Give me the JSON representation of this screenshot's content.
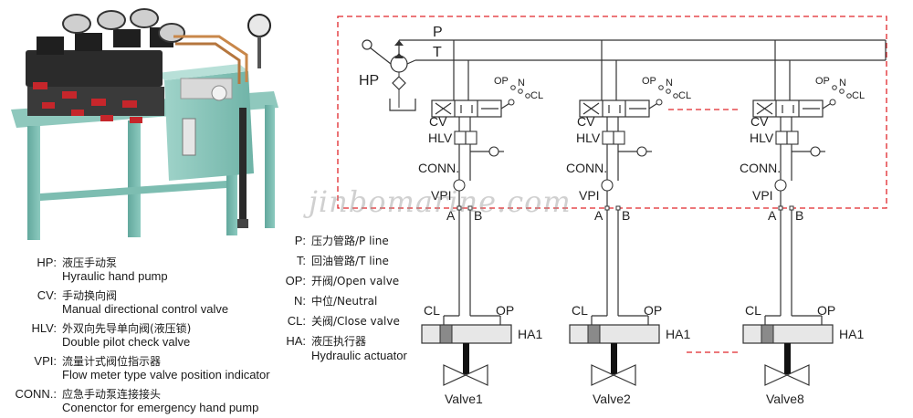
{
  "legend_left": [
    {
      "code": "HP:",
      "zh": "液压手动泵",
      "en": "Hyraulic hand pump"
    },
    {
      "code": "CV:",
      "zh": "手动换向阀",
      "en": "Manual directional control valve"
    },
    {
      "code": "HLV:",
      "zh": "外双向先导单向阀(液压锁)",
      "en": "Double pilot check valve"
    },
    {
      "code": "VPI:",
      "zh": "流量计式阀位指示器",
      "en": "Flow meter type valve position indicator"
    },
    {
      "code": "CONN.:",
      "zh": "应急手动泵连接接头",
      "en": "Conenctor for emergency hand pump"
    }
  ],
  "legend_mid": [
    {
      "code": "P:",
      "text": "压力管路/P line"
    },
    {
      "code": "T:",
      "text": "回油管路/T line"
    },
    {
      "code": "OP:",
      "text": "开阀/Open valve"
    },
    {
      "code": "N:",
      "text": "中位/Neutral"
    },
    {
      "code": "CL:",
      "text": "关阀/Close valve"
    },
    {
      "code": "HA:",
      "text": "液压执行器",
      "en": "Hydraulic actuator"
    }
  ],
  "diagram": {
    "line_p": "P",
    "line_t": "T",
    "hand_pump": "HP",
    "cv": "CV",
    "hlv": "HLV",
    "conn": "CONN.",
    "vpi": "VPI",
    "port_a": "A",
    "port_b": "B",
    "op": "OP",
    "n": "N",
    "cl": "CL",
    "actuators": [
      "HA1",
      "HA1",
      "HA1"
    ],
    "valves": [
      "Valve1",
      "Valve2",
      "Valve8"
    ]
  },
  "watermark": "jinbomarine.com",
  "colors": {
    "red_dash": "#e0262b",
    "line": "#333333",
    "frame_green": "#5ea59b",
    "actuator_fill": "#e7e7e7"
  }
}
